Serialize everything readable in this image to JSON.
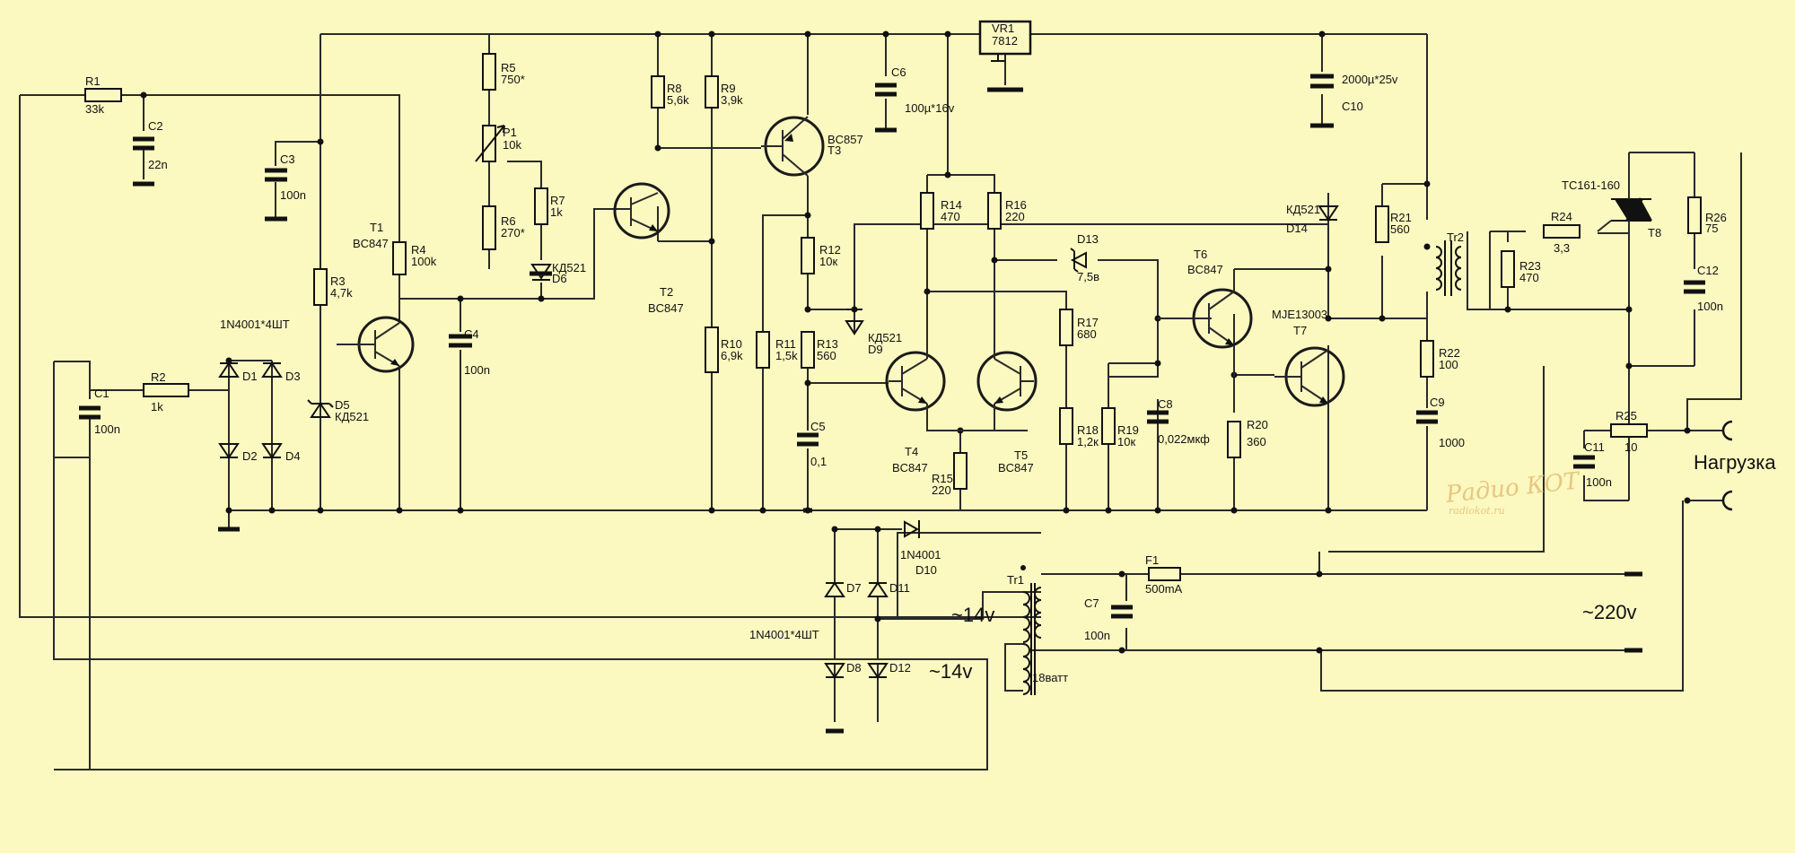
{
  "labels": {
    "r1": "R1",
    "r1v": "33k",
    "c2": "C2",
    "c2v": "22n",
    "c3": "C3",
    "c3v": "100n",
    "r5": "R5",
    "r5v": "750*",
    "p1": "P1",
    "p1v": "10k",
    "r6": "R6",
    "r6v": "270*",
    "r7": "R7",
    "r7v": "1k",
    "d6v": "КД521",
    "d6": "D6",
    "r8": "R8",
    "r8v": "5,6k",
    "r9": "R9",
    "r9v": "3,9k",
    "t3v": "BC857",
    "t3": "T3",
    "c6": "C6",
    "c6v": "100µ*16v",
    "vr1": "VR1",
    "vr1v": "7812",
    "c10v": "2000µ*25v",
    "c10": "C10",
    "t1": "T1",
    "t1v": "BC847",
    "r4": "R4",
    "r4v": "100k",
    "r3": "R3",
    "r3v": "4,7k",
    "diodes1": "1N4001*4ШТ",
    "d1": "D1",
    "d2": "D2",
    "d3": "D3",
    "d4": "D4",
    "d5": "D5",
    "d5v": "КД521",
    "c1": "C1",
    "c1v": "100n",
    "r2": "R2",
    "r2v": "1k",
    "c4": "C4",
    "c4v": "100n",
    "t2": "T2",
    "t2v": "BC847",
    "r10": "R10",
    "r10v": "6,9k",
    "r11": "R11",
    "r11v": "1,5k",
    "r12": "R12",
    "r12v": "10к",
    "r13": "R13",
    "r13v": "560",
    "d9v": "КД521",
    "d9": "D9",
    "c5": "C5",
    "c5v": "0,1",
    "r14": "R14",
    "r14v": "470",
    "r16": "R16",
    "r16v": "220",
    "t4": "T4",
    "t4v": "BC847",
    "r15": "R15",
    "r15v": "220",
    "t5": "T5",
    "t5v": "BC847",
    "d13": "D13",
    "d13v": "7,5в",
    "r17": "R17",
    "r17v": "680",
    "r18": "R18",
    "r18v": "1,2к",
    "r19": "R19",
    "r19v": "10к",
    "c8": "C8",
    "c8v": "0,022мкф",
    "d14v": "КД521",
    "d14": "D14",
    "r21": "R21",
    "r21v": "560",
    "t6": "T6",
    "t6v": "BC847",
    "t7v": "MJE13003",
    "t7": "T7",
    "r20": "R20",
    "r20v": "360",
    "r22": "R22",
    "r22v": "100",
    "c9": "C9",
    "c9v": "1000",
    "tr2": "Tr2",
    "r23": "R23",
    "r23v": "470",
    "r24": "R24",
    "r24v": "3,3",
    "t8v": "TC161-160",
    "t8": "T8",
    "r26": "R26",
    "r26v": "75",
    "c12": "C12",
    "c12v": "100n",
    "r25": "R25",
    "r25v": "10",
    "c11": "C11",
    "c11v": "100n",
    "load": "Нагрузка",
    "d10v": "1N4001",
    "d10": "D10",
    "tr1": "Tr1",
    "f1": "F1",
    "f1v": "500mA",
    "c7": "C7",
    "c7v": "100n",
    "d7": "D7",
    "d8": "D8",
    "d11": "D11",
    "d12": "D12",
    "diodes2": "1N4001*4ШТ",
    "v14a": "~14v",
    "v14b": "~14v",
    "watt": "18ватт",
    "mains": "~220v",
    "wm1": "Радио КОТ",
    "wm2": "radiokot.ru"
  },
  "colors": {
    "background": "#fbf8c0",
    "wire": "#2a2a2a",
    "watermark": "#e6c780"
  }
}
